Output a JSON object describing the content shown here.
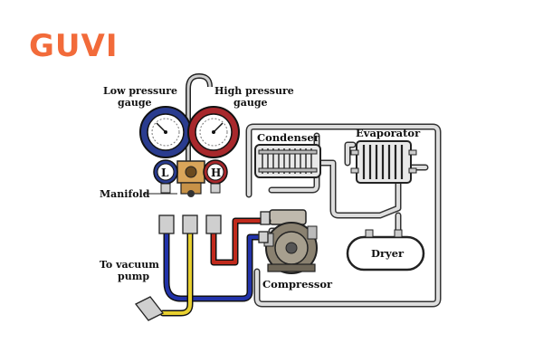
{
  "brand": {
    "logo_text": "GUVI",
    "logo_color": "#f26b3a",
    "logo_accent": "#6a2fc9"
  },
  "labels": {
    "low_pressure_gauge": [
      "Low pressure",
      "gauge"
    ],
    "high_pressure_gauge": [
      "High pressure",
      "gauge"
    ],
    "manifold": "Manifold",
    "to_vacuum_pump": [
      "To vacuum",
      "pump"
    ],
    "condenser": "Condenser",
    "evaporator": "Evaporator",
    "dryer": "Dryer",
    "compressor": "Compressor",
    "low_gauge_letter": "L",
    "high_gauge_letter": "H"
  },
  "colors": {
    "low_gauge": "#2a3c8f",
    "high_gauge": "#a8282c",
    "low_hose": "#2233aa",
    "middle_hose": "#e8d030",
    "high_hose": "#c02a1c",
    "manifold_body": "#d9a55a",
    "pipe": "#d6d6d6",
    "outline": "#222222"
  }
}
